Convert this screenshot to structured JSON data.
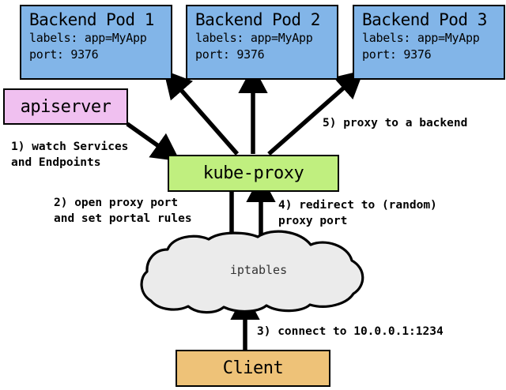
{
  "diagram": {
    "title": "kube-proxy services diagram",
    "colors": {
      "pod": "#82b5e8",
      "apiserver": "#f0c0f0",
      "kube_proxy": "#c0ef7f",
      "client": "#eec278",
      "cloud": "#ebebeb",
      "stroke": "#000000"
    },
    "pods": [
      {
        "title": "Backend Pod 1",
        "labels": "labels: app=MyApp",
        "port": "port: 9376"
      },
      {
        "title": "Backend Pod 2",
        "labels": "labels: app=MyApp",
        "port": "port: 9376"
      },
      {
        "title": "Backend Pod 3",
        "labels": "labels: app=MyApp",
        "port": "port: 9376"
      }
    ],
    "nodes": {
      "apiserver": "apiserver",
      "kube_proxy": "kube-proxy",
      "iptables": "iptables",
      "client": "Client"
    },
    "annotations": {
      "step1": "1) watch Services\nand Endpoints",
      "step2": "2) open proxy port\nand set portal rules",
      "step3": "3) connect to 10.0.0.1:1234",
      "step4": "4) redirect to (random)\nproxy port",
      "step5": "5) proxy to a backend"
    }
  }
}
